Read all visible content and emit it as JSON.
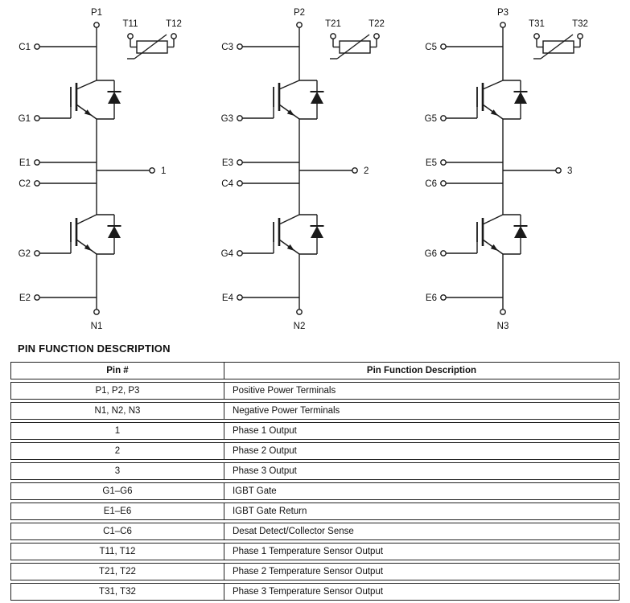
{
  "legs": [
    {
      "p": "P1",
      "n": "N1",
      "c_top": "C1",
      "g_top": "G1",
      "e_top": "E1",
      "c_bot": "C2",
      "g_bot": "G2",
      "e_bot": "E2",
      "out": "1",
      "t1": "T11",
      "t2": "T12"
    },
    {
      "p": "P2",
      "n": "N2",
      "c_top": "C3",
      "g_top": "G3",
      "e_top": "E3",
      "c_bot": "C4",
      "g_bot": "G4",
      "e_bot": "E4",
      "out": "2",
      "t1": "T21",
      "t2": "T22"
    },
    {
      "p": "P3",
      "n": "N3",
      "c_top": "C5",
      "g_top": "G5",
      "e_top": "E5",
      "c_bot": "C6",
      "g_bot": "G6",
      "e_bot": "E6",
      "out": "3",
      "t1": "T31",
      "t2": "T32"
    }
  ],
  "table": {
    "title": "PIN FUNCTION DESCRIPTION",
    "headers": [
      "Pin #",
      "Pin Function Description"
    ],
    "rows": [
      [
        "P1, P2, P3",
        "Positive Power Terminals"
      ],
      [
        "N1, N2, N3",
        "Negative Power Terminals"
      ],
      [
        "1",
        "Phase 1 Output"
      ],
      [
        "2",
        "Phase 2 Output"
      ],
      [
        "3",
        "Phase 3 Output"
      ],
      [
        "G1–G6",
        "IGBT Gate"
      ],
      [
        "E1–E6",
        "IGBT Gate Return"
      ],
      [
        "C1–C6",
        "Desat Detect/Collector Sense"
      ],
      [
        "T11, T12",
        "Phase 1 Temperature Sensor Output"
      ],
      [
        "T21, T22",
        "Phase 2 Temperature Sensor Output"
      ],
      [
        "T31, T32",
        "Phase 3 Temperature Sensor Output"
      ]
    ]
  }
}
